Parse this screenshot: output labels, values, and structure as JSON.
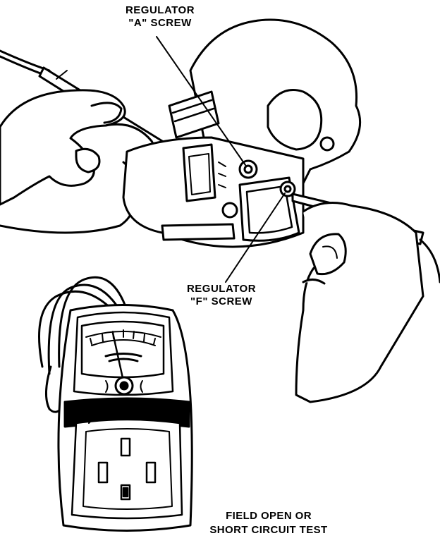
{
  "callouts": {
    "regulator_a": {
      "line1": "REGULATOR",
      "line2": "\"A\" SCREW"
    },
    "regulator_f": {
      "line1": "REGULATOR",
      "line2": "\"F\" SCREW"
    }
  },
  "caption": {
    "line1": "FIELD OPEN OR",
    "line2": "SHORT CIRCUIT TEST"
  },
  "colors": {
    "ink": "#000000",
    "paper": "#ffffff"
  }
}
